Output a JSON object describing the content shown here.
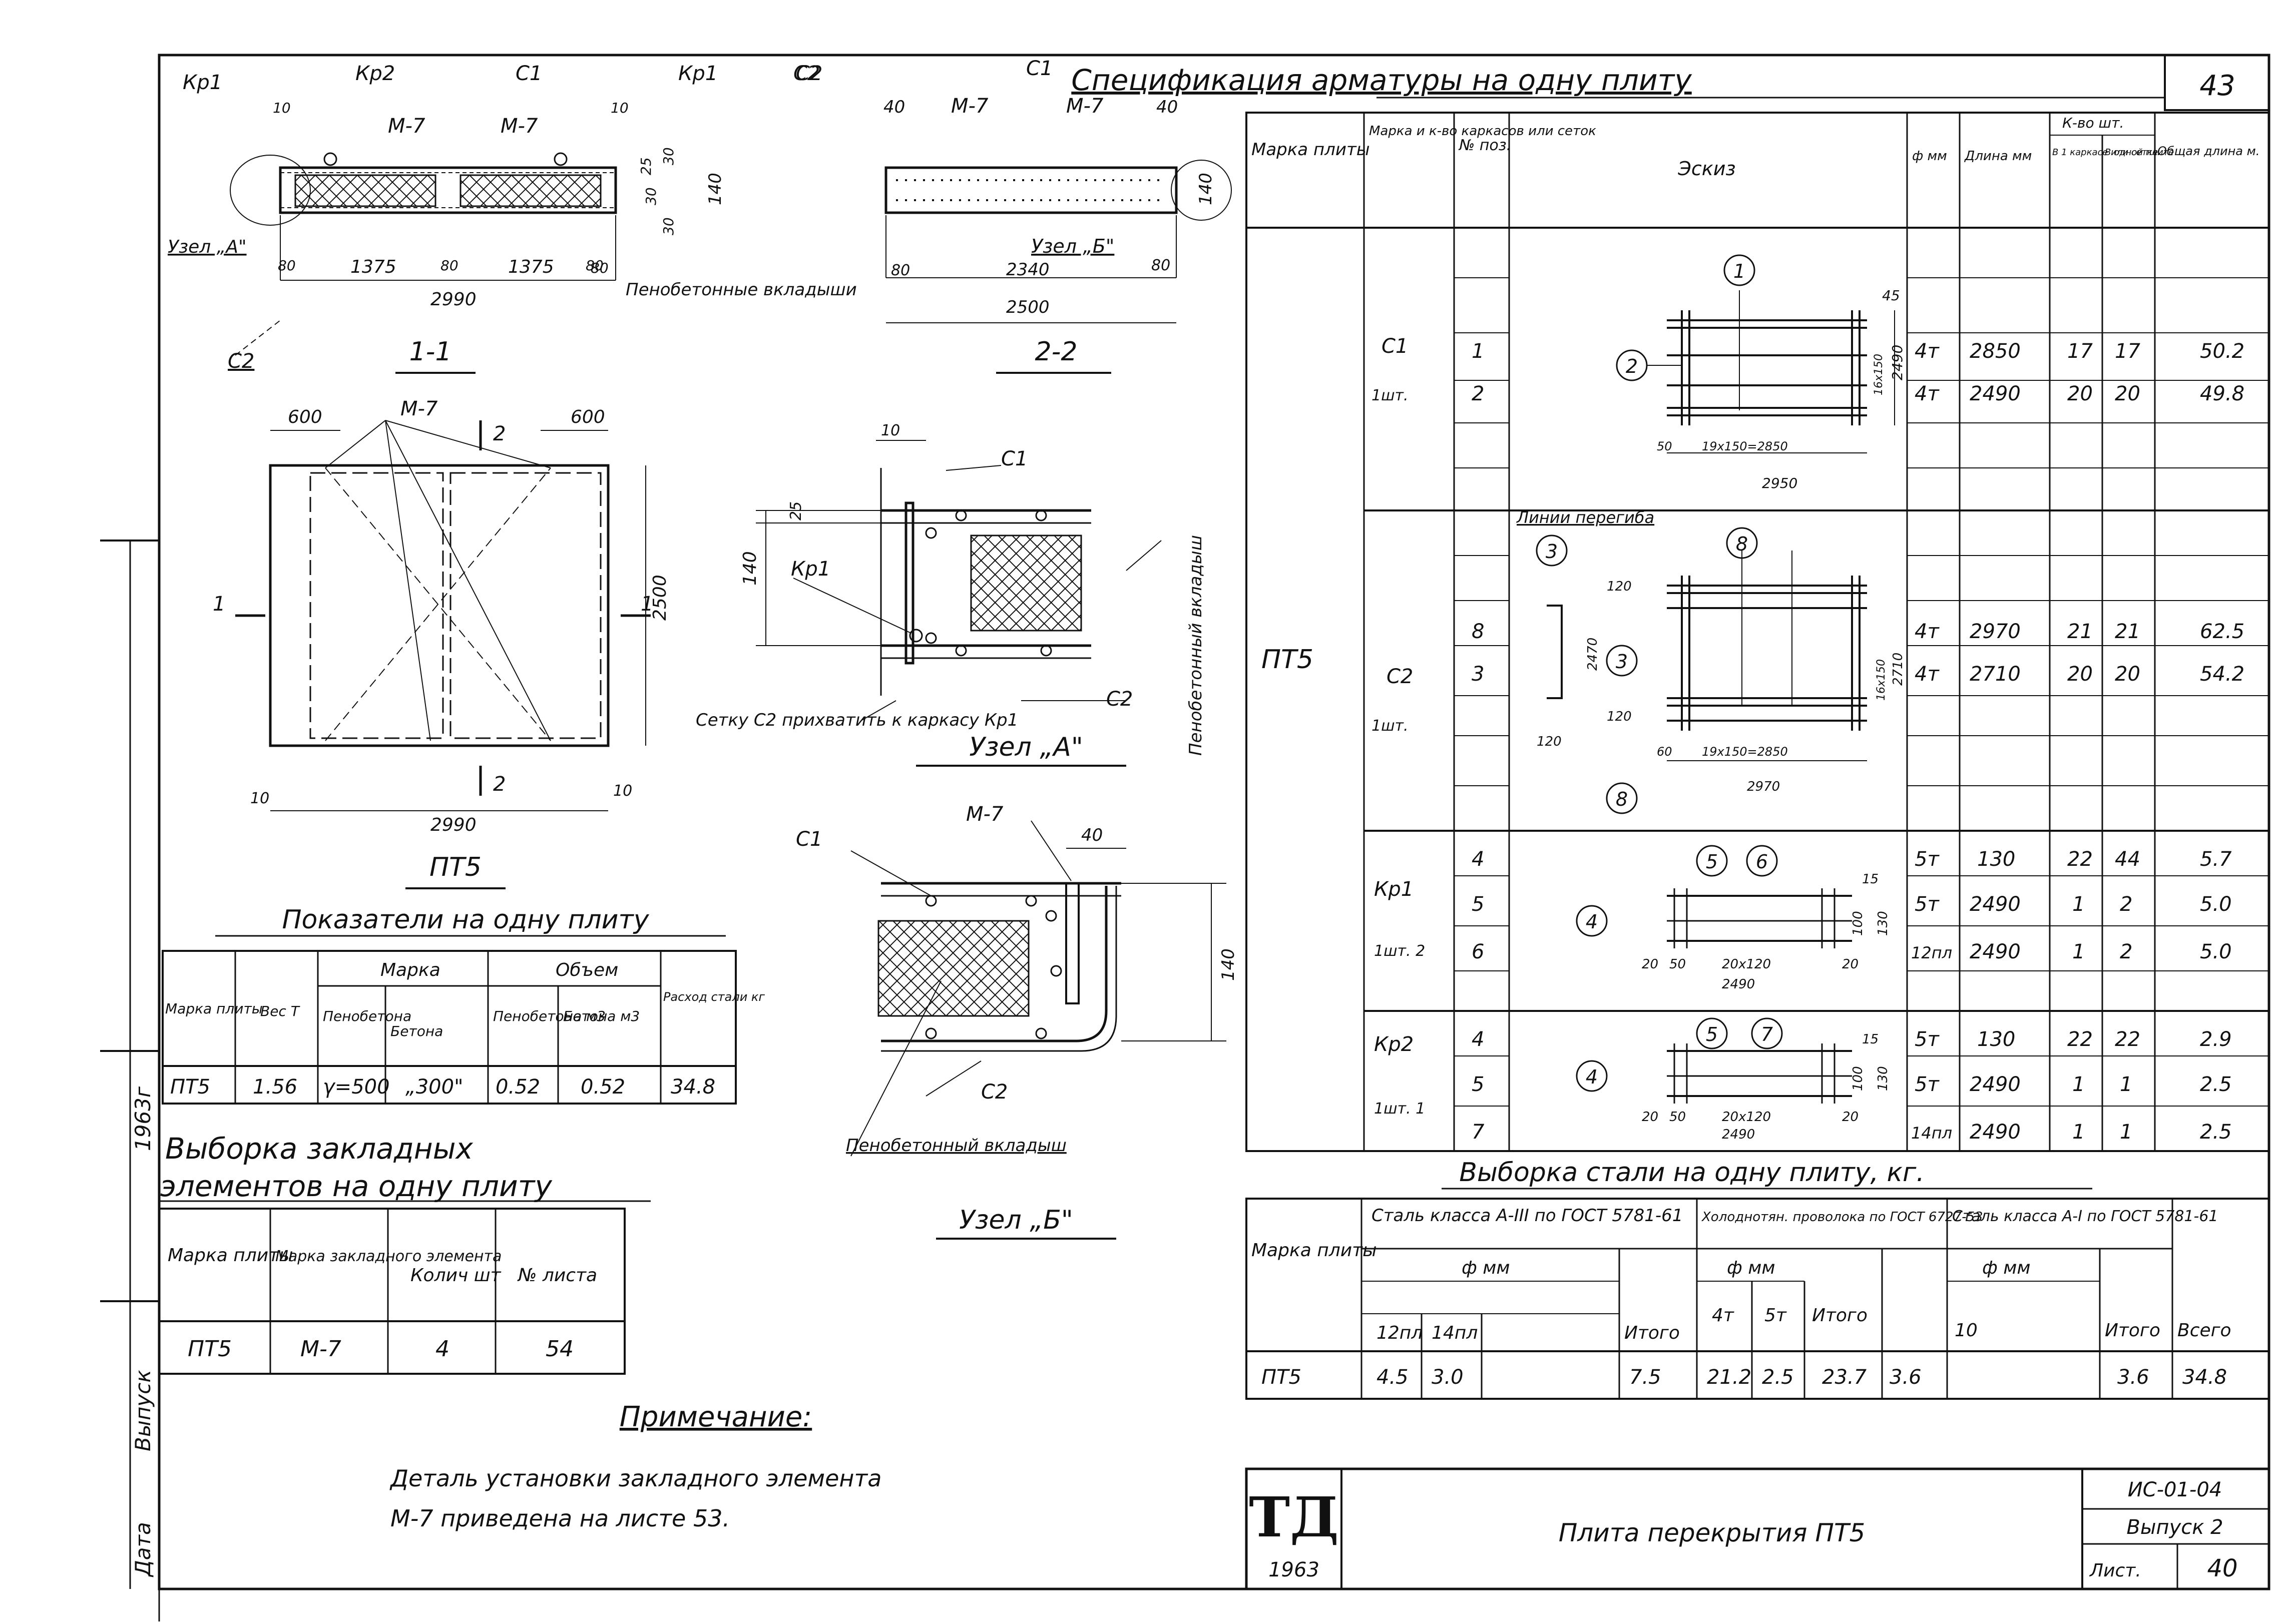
{
  "sheet_number": "43",
  "spec": {
    "title": "Спецификация арматуры на одну плиту",
    "headers": {
      "mark": "Марка плиты",
      "count": "Марка и к-во каркасов или сеток",
      "pos": "№ поз.",
      "sketch": "Эскиз",
      "diam": "ф мм",
      "length": "Длина мм",
      "qty": "К-во шт.",
      "qty_one": "В 1 каркасе или сетке",
      "qty_plate": "В одной плите",
      "total": "Общая длина м."
    },
    "plate": "ПТ5",
    "rows": [
      {
        "group": "С1",
        "group_count": "1шт.",
        "pos": "1",
        "diam": "4т",
        "length": "2850",
        "q1": "17",
        "q2": "17",
        "total": "50.2"
      },
      {
        "group": "",
        "group_count": "",
        "pos": "2",
        "diam": "4т",
        "length": "2490",
        "q1": "20",
        "q2": "20",
        "total": "49.8"
      },
      {
        "group": "С2",
        "group_count": "1шт.",
        "pos": "8",
        "diam": "4т",
        "length": "2970",
        "q1": "21",
        "q2": "21",
        "total": "62.5"
      },
      {
        "group": "",
        "group_count": "",
        "pos": "3",
        "diam": "4т",
        "length": "2710",
        "q1": "20",
        "q2": "20",
        "total": "54.2"
      },
      {
        "group": "Кр1",
        "group_count": "1шт. 2",
        "pos": "4",
        "diam": "5т",
        "length": "130",
        "q1": "22",
        "q2": "44",
        "total": "5.7"
      },
      {
        "group": "",
        "group_count": "",
        "pos": "5",
        "diam": "5т",
        "length": "2490",
        "q1": "1",
        "q2": "2",
        "total": "5.0"
      },
      {
        "group": "",
        "group_count": "",
        "pos": "6",
        "diam": "12пл",
        "length": "2490",
        "q1": "1",
        "q2": "2",
        "total": "5.0"
      },
      {
        "group": "Кр2",
        "group_count": "1шт. 1",
        "pos": "4",
        "diam": "5т",
        "length": "130",
        "q1": "22",
        "q2": "22",
        "total": "2.9"
      },
      {
        "group": "",
        "group_count": "",
        "pos": "5",
        "diam": "5т",
        "length": "2490",
        "q1": "1",
        "q2": "1",
        "total": "2.5"
      },
      {
        "group": "",
        "group_count": "",
        "pos": "7",
        "diam": "14пл",
        "length": "2490",
        "q1": "1",
        "q2": "1",
        "total": "2.5"
      }
    ],
    "sketch_labels": {
      "c1_dims": [
        "45",
        "2490",
        "16x150",
        "19x150=2850",
        "50",
        "2950"
      ],
      "c2_bend": "Линии перегиба",
      "c2_dims": [
        "120",
        "2470",
        "120",
        "2710",
        "16x150",
        "19x150=2850",
        "60",
        "2970",
        "120"
      ],
      "kr1_dims": [
        "20x120",
        "2490",
        "20",
        "50",
        "20",
        "100",
        "130",
        "15"
      ],
      "kr2_dims": [
        "20x120",
        "2490",
        "20",
        "50",
        "20",
        "100",
        "130",
        "15"
      ]
    }
  },
  "section11": {
    "labels": [
      "Кр1",
      "Кр2",
      "С1",
      "Кр1",
      "С2",
      "М-7",
      "М-7"
    ],
    "dims": [
      "10",
      "10",
      "25",
      "30",
      "140",
      "80",
      "30",
      "30",
      "80",
      "1375",
      "80",
      "1375",
      "80",
      "2990"
    ],
    "node": "Узел „А\"",
    "c2": "С2",
    "foam": "Пенобетонные вкладыши",
    "title": "1-1"
  },
  "section22": {
    "labels": [
      "С2",
      "С1",
      "М-7",
      "М-7"
    ],
    "dims": [
      "40",
      "40",
      "140",
      "80",
      "2340",
      "80",
      "2500"
    ],
    "node": "Узел „Б\"",
    "title": "2-2"
  },
  "plan": {
    "title": "ПТ5",
    "m7": "М-7",
    "dims": [
      "600",
      "600",
      "2500",
      "10",
      "10",
      "2990"
    ],
    "cut1": "1",
    "cut2": "2"
  },
  "nodeA": {
    "labels": [
      "С1",
      "Кр1",
      "С2"
    ],
    "dims": [
      "10",
      "25",
      "140"
    ],
    "foam": "Пенобетонный вкладыш",
    "note": "Сетку С2 прихватить к каркасу Кр1",
    "title": "Узел „А\""
  },
  "nodeB": {
    "labels": [
      "С1",
      "М-7",
      "С2"
    ],
    "dims": [
      "40",
      "140"
    ],
    "foam": "Пенобетонный вкладыш",
    "title": "Узел „Б\""
  },
  "indicators": {
    "title": "Показатели на одну плиту",
    "headers": {
      "mark": "Марка плиты",
      "weight": "Вес Т",
      "marka": "Марка",
      "foam": "Пенобетона",
      "concrete": "Бетона",
      "volume": "Объем",
      "foam_vol": "Пенобетона м3",
      "concrete_vol": "Бетона м3",
      "steel": "Расход стали кг"
    },
    "row": {
      "mark": "ПТ5",
      "weight": "1.56",
      "foam": "γ=500",
      "concrete": "„300\"",
      "foam_vol": "0.52",
      "concrete_vol": "0.52",
      "steel": "34.8"
    }
  },
  "embedded": {
    "title_line1": "Выборка закладных",
    "title_line2": "элементов на одну плиту",
    "headers": {
      "mark": "Марка плиты",
      "element": "Марка закладного элемента",
      "qty": "Колич шт",
      "sheet": "№ листа"
    },
    "row": {
      "mark": "ПТ5",
      "element": "М-7",
      "qty": "4",
      "sheet": "54"
    }
  },
  "note": {
    "title": "Примечание:",
    "line1": "Деталь установки закладного элемента",
    "line2": "М-7 приведена на листе 53."
  },
  "steel": {
    "title": "Выборка стали на одну плиту, кг.",
    "headers": {
      "mark": "Марка плиты",
      "class3": "Сталь класса А-III по ГОСТ 5781-61",
      "cold": "Холоднотян. проволока по ГОСТ 6727-53",
      "class1": "Сталь класса А-I по ГОСТ 5781-61",
      "phi": "ф мм",
      "d12": "12пл",
      "d14": "14пл",
      "itogo": "Итого",
      "d4": "4т",
      "d5": "5т",
      "d10": "10",
      "vsego": "Всего"
    },
    "row": {
      "mark": "ПТ5",
      "d12": "4.5",
      "d14": "3.0",
      "itogo1": "7.5",
      "d4": "21.2",
      "d5": "2.5",
      "itogo2": "23.7",
      "d10": "3.6",
      "itogo3": "3.6",
      "vsego": "34.8"
    }
  },
  "stamp": {
    "logo": "ТД",
    "year": "1963",
    "title": "Плита перекрытия ПТ5",
    "series": "ИС-01-04",
    "issue": "Выпуск 2",
    "sheet_label": "Лист.",
    "sheet": "40"
  },
  "side": {
    "year": "1963г",
    "issue": "Выпуск",
    "date": "Дата"
  }
}
